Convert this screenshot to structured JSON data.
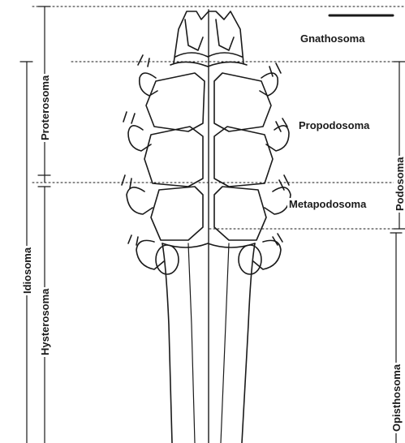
{
  "labels": {
    "gnathosoma": "Gnathosoma",
    "propodosoma": "Propodosoma",
    "metapodosoma": "Metapodosoma",
    "proterosoma": "Proterosoma",
    "idiosoma": "Idiosoma",
    "hysterosoma": "Hysterosoma",
    "podosoma": "Podosoma",
    "opisthosoma": "Opisthosoma"
  },
  "colors": {
    "ink": "#1a1a1a",
    "paper": "#ffffff"
  }
}
